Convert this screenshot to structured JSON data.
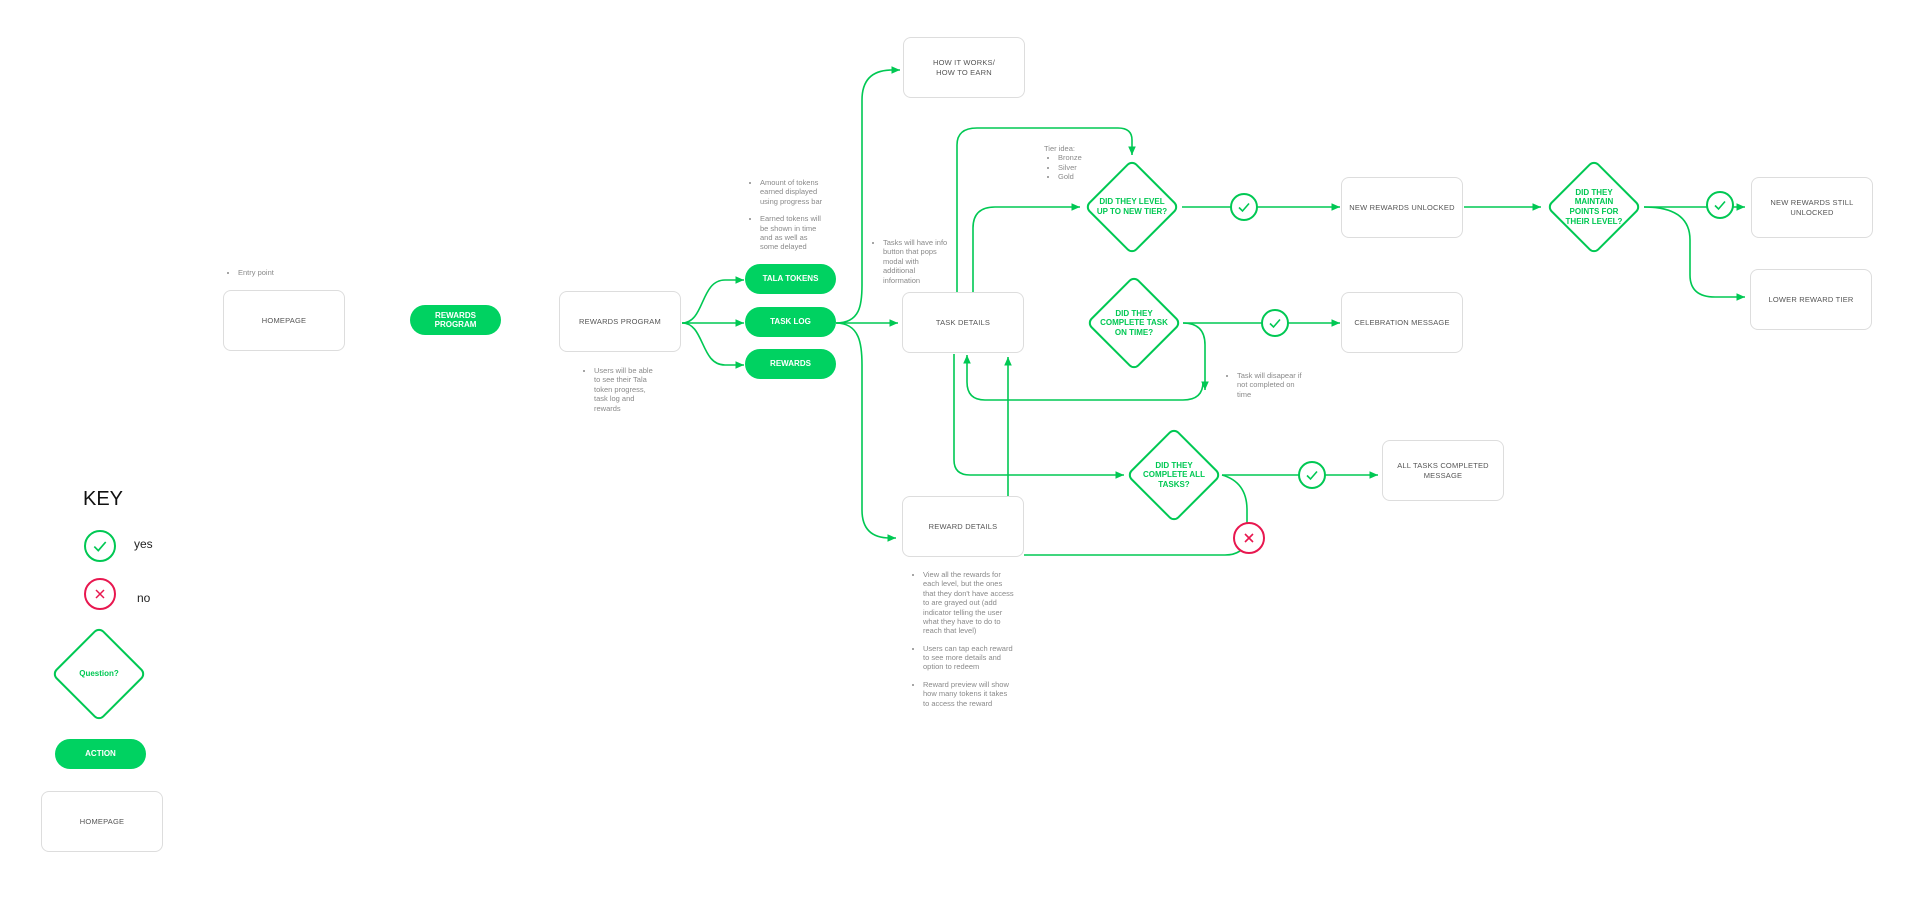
{
  "colors": {
    "accent": "#00d261",
    "line": "#00c853",
    "no": "#e8174f",
    "box_border": "#dddddd",
    "note_text": "#8a8a8a"
  },
  "boxes": {
    "homepage": "HOMEPAGE",
    "rewards_program": "REWARDS PROGRAM",
    "how_it_works": "HOW IT WORKS/\nHOW TO EARN",
    "task_details": "TASK DETAILS",
    "reward_details": "REWARD DETAILS",
    "new_rewards_unlocked": "NEW REWARDS UNLOCKED",
    "celebration_message": "CELEBRATION MESSAGE",
    "all_tasks_completed": "ALL TASKS COMPLETED\nMESSAGE",
    "new_rewards_still_unlocked": "NEW REWARDS STILL\nUNLOCKED",
    "lower_reward_tier": "LOWER REWARD TIER"
  },
  "actions": {
    "rewards_program": "REWARDS\nPROGRAM",
    "tala_tokens": "TALA TOKENS",
    "task_log": "TASK LOG",
    "rewards": "REWARDS"
  },
  "questions": {
    "level_up": "DID THEY LEVEL\nUP TO NEW TIER?",
    "complete_on_time": "DID THEY\nCOMPLETE TASK\nON TIME?",
    "complete_all": "DID THEY\nCOMPLETE ALL\nTASKS?",
    "maintain_points": "DID THEY\nMAINTAIN\nPOINTS FOR\nTHEIR LEVEL?"
  },
  "notes": {
    "entry_point": "Entry point",
    "rewards_program": "Users will be able\nto see their Tala\ntoken progress,\ntask log and\nrewards",
    "tokens_1": "Amount of tokens\nearned displayed\nusing progress bar",
    "tokens_2": "Earned tokens will\nbe shown in time\nand as well as\nsome delayed",
    "tasks_info": "Tasks will have info\nbutton that pops\nmodal with\nadditional\ninformation",
    "tier_title": "Tier idea:",
    "tiers": [
      "Bronze",
      "Silver",
      "Gold"
    ],
    "task_disappear": "Task will disapear if\nnot completed on\ntime",
    "rewards_1": "View all the rewards for\neach level, but the ones\nthat they don't have access\nto are grayed out (add\nindicator telling the user\nwhat they have to do to\nreach that level)",
    "rewards_2": "Users can tap each reward\nto see more details and\noption to redeem",
    "rewards_3": "Reward preview will show\nhow many tokens it takes\nto access the reward"
  },
  "key": {
    "title": "KEY",
    "yes_label": "yes",
    "no_label": "no",
    "question_label": "Question?",
    "action_label": "ACTION",
    "screen_label": "HOMEPAGE"
  },
  "icons": {
    "yes": "check-icon",
    "no": "cross-icon"
  }
}
